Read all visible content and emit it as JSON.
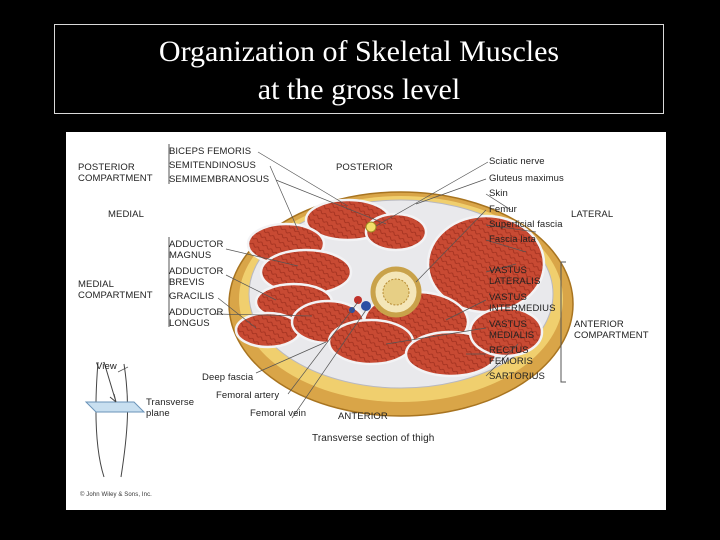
{
  "title": {
    "line1": "Organization of Skeletal Muscles",
    "line2": "at the gross level"
  },
  "figure": {
    "left_muscles": {
      "biceps": "BICEPS FEMORIS",
      "semitend": "SEMITENDINOSUS",
      "semimemb": "SEMIMEMBRANOSUS",
      "add_magnus": "ADDUCTOR\nMAGNUS",
      "add_brevis": "ADDUCTOR\nBREVIS",
      "gracilis": "GRACILIS",
      "add_longus": "ADDUCTOR\nLONGUS"
    },
    "compartments": {
      "posterior": "POSTERIOR\nCOMPARTMENT",
      "medial": "MEDIAL\nCOMPARTMENT",
      "anterior": "ANTERIOR\nCOMPARTMENT"
    },
    "orientation": {
      "medial": "MEDIAL",
      "lateral": "LATERAL",
      "posterior": "POSTERIOR",
      "anterior": "ANTERIOR"
    },
    "right_labels": {
      "sciatic": "Sciatic nerve",
      "gluteus": "Gluteus maximus",
      "skin": "Skin",
      "femur": "Femur",
      "superficial_fascia": "Superficial fascia",
      "fascia_lata": "Fascia lata",
      "vastus_lat": "VASTUS\nLATERALIS",
      "vastus_int": "VASTUS\nINTERMEDIUS",
      "vastus_med": "VASTUS\nMEDIALIS",
      "rectus": "RECTUS\nFEMORIS",
      "sartorius": "SARTORIUS"
    },
    "bottom_labels": {
      "deep_fascia": "Deep fascia",
      "femoral_artery": "Femoral artery",
      "femoral_vein": "Femoral vein",
      "view": "View",
      "transverse_plane": "Transverse\nplane"
    },
    "caption": "Transverse section of thigh",
    "copyright": "© John Wiley & Sons, Inc."
  }
}
